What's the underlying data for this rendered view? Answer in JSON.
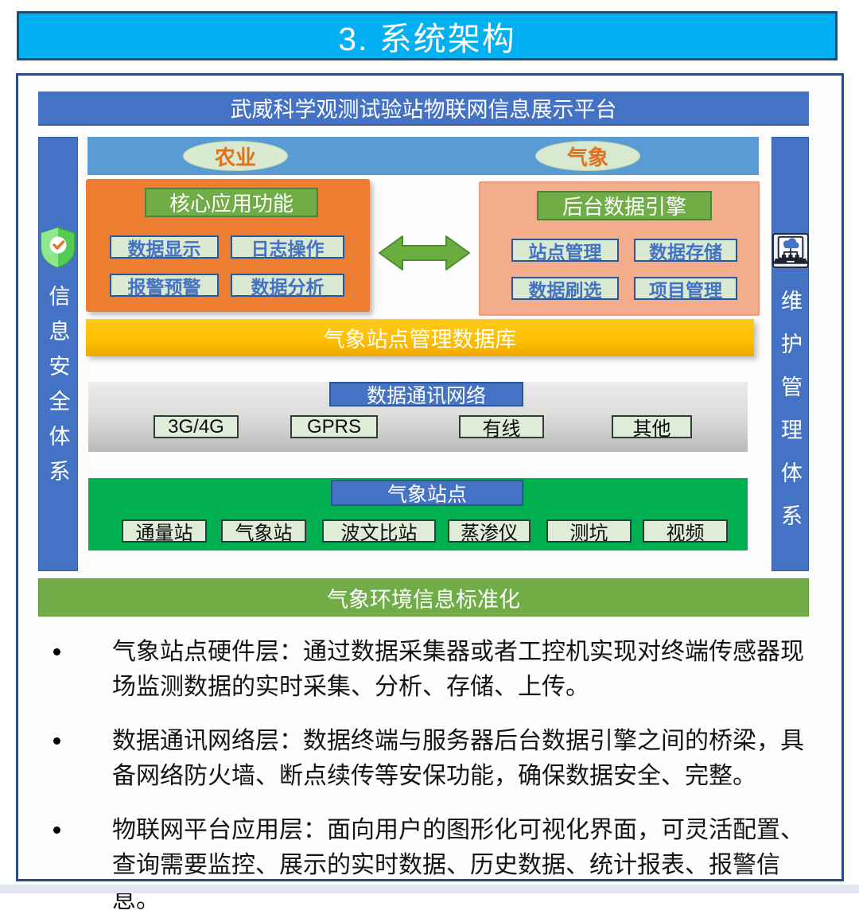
{
  "title": "3. 系统架构",
  "platform": {
    "header": "武威科学观测试验站物联网信息展示平台"
  },
  "sidebars": {
    "left": {
      "label": "信息安全体系",
      "icon": "shield-check-icon"
    },
    "right": {
      "label": "维护管理体系",
      "icon": "laptop-cloud-network-icon"
    }
  },
  "domain_tags": {
    "agriculture": "农业",
    "meteorology": "气象"
  },
  "core_app": {
    "title": "核心应用功能",
    "buttons": [
      "数据显示",
      "日志操作",
      "报警预警",
      "数据分析"
    ]
  },
  "backend_engine": {
    "title": "后台数据引擎",
    "buttons": [
      "站点管理",
      "数据存储",
      "数据刷选",
      "项目管理"
    ]
  },
  "connector": {
    "icon": "double-arrow-icon"
  },
  "database_bar": {
    "label": "气象站点管理数据库"
  },
  "network": {
    "title": "数据通讯网络",
    "nodes": [
      "3G/4G",
      "GPRS",
      "有线",
      "其他"
    ]
  },
  "stations": {
    "title": "气象站点",
    "nodes": [
      "通量站",
      "气象站",
      "波文比站",
      "蒸渗仪",
      "测坑",
      "视频"
    ]
  },
  "standardization_bar": {
    "label": "气象环境信息标准化"
  },
  "notes": [
    "气象站点硬件层：通过数据采集器或者工控机实现对终端传感器现场监测数据的实时采集、分析、存储、上传。",
    "数据通讯网络层：数据终端与服务器后台数据引擎之间的桥梁，具备网络防火墙、断点续传等安保功能，确保数据安全、完整。",
    "物联网平台应用层：面向用户的图形化可视化界面，可灵活配置、查询需要监控、展示的实时数据、历史数据、统计报表、报警信息。"
  ],
  "colors": {
    "title_bar": "#00B0F0",
    "header_blue": "#4472C4",
    "strip_blue": "#5B9BD5",
    "orange_box": "#ED7D31",
    "salmon_box": "#F3AC8C",
    "green_header": "#70AD47",
    "gold_bar": "#FFC000",
    "stations_green": "#00B050",
    "standard_green": "#70AD47",
    "pale_green_button": "#D9E9D2"
  }
}
